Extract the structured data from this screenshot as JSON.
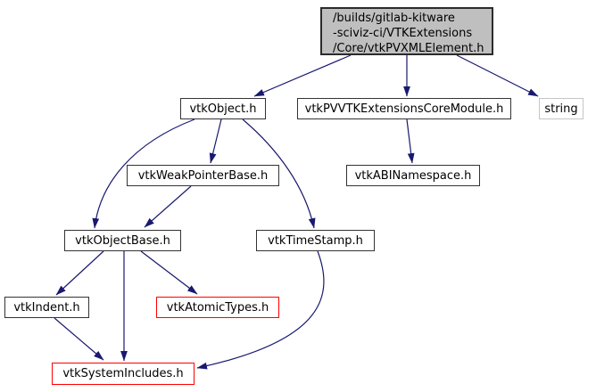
{
  "graph": {
    "kind": "include-dependency-graph",
    "root": {
      "lines": [
        "/builds/gitlab-kitware",
        "-sciviz-ci/VTKExtensions",
        "/Core/vtkPVXMLElement.h"
      ]
    },
    "nodes": [
      {
        "id": "vtkObject_h",
        "label": "vtkObject.h",
        "style": "normal"
      },
      {
        "id": "vtkPVVTKExtensionsCoreModule_h",
        "label": "vtkPVVTKExtensionsCoreModule.h",
        "style": "normal"
      },
      {
        "id": "string",
        "label": "string",
        "style": "external"
      },
      {
        "id": "vtkWeakPointerBase_h",
        "label": "vtkWeakPointerBase.h",
        "style": "normal"
      },
      {
        "id": "vtkABINamespace_h",
        "label": "vtkABINamespace.h",
        "style": "normal"
      },
      {
        "id": "vtkObjectBase_h",
        "label": "vtkObjectBase.h",
        "style": "normal"
      },
      {
        "id": "vtkTimeStamp_h",
        "label": "vtkTimeStamp.h",
        "style": "normal"
      },
      {
        "id": "vtkIndent_h",
        "label": "vtkIndent.h",
        "style": "normal"
      },
      {
        "id": "vtkAtomicTypes_h",
        "label": "vtkAtomicTypes.h",
        "style": "truncated"
      },
      {
        "id": "vtkSystemIncludes_h",
        "label": "vtkSystemIncludes.h",
        "style": "truncated"
      }
    ],
    "edges": [
      {
        "from": "root",
        "to": "vtkObject.h"
      },
      {
        "from": "root",
        "to": "vtkPVVTKExtensionsCoreModule.h"
      },
      {
        "from": "root",
        "to": "string"
      },
      {
        "from": "vtkObject.h",
        "to": "vtkWeakPointerBase.h"
      },
      {
        "from": "vtkObject.h",
        "to": "vtkObjectBase.h"
      },
      {
        "from": "vtkObject.h",
        "to": "vtkTimeStamp.h"
      },
      {
        "from": "vtkPVVTKExtensionsCoreModule.h",
        "to": "vtkABINamespace.h"
      },
      {
        "from": "vtkWeakPointerBase.h",
        "to": "vtkObjectBase.h"
      },
      {
        "from": "vtkObjectBase.h",
        "to": "vtkIndent.h"
      },
      {
        "from": "vtkObjectBase.h",
        "to": "vtkAtomicTypes.h"
      },
      {
        "from": "vtkObjectBase.h",
        "to": "vtkSystemIncludes.h"
      },
      {
        "from": "vtkTimeStamp.h",
        "to": "vtkSystemIncludes.h"
      },
      {
        "from": "vtkIndent.h",
        "to": "vtkSystemIncludes.h"
      }
    ],
    "colors": {
      "edge": "#191970",
      "node_border": "#333333",
      "root_fill": "#bfbfbf",
      "truncated_border": "#ff0000",
      "external_border": "#c6c6c6",
      "text": "#000000",
      "background": "#ffffff"
    }
  }
}
